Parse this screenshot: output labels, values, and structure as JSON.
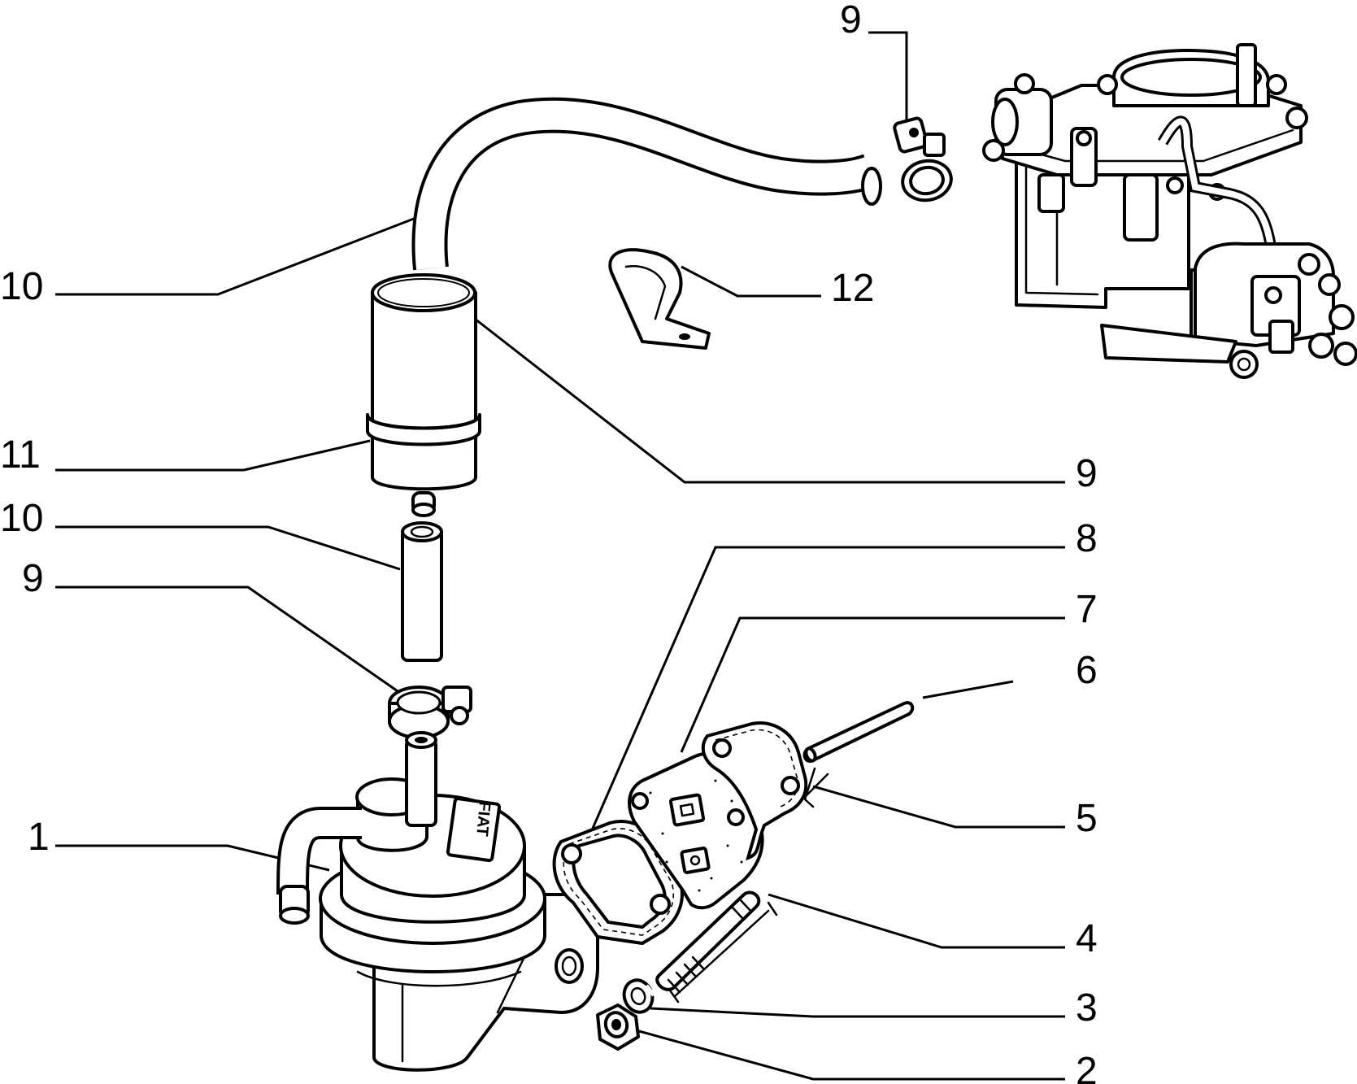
{
  "callouts": {
    "c9_top": "9",
    "c10_upper": "10",
    "c12": "12",
    "c11": "11",
    "c9_mid": "9",
    "c10_lower": "10",
    "c9_left": "9",
    "c8": "8",
    "c7": "7",
    "c6": "6",
    "c5": "5",
    "c1": "1",
    "c4": "4",
    "c3": "3",
    "c2": "2"
  },
  "pump_brand": "FIAT"
}
